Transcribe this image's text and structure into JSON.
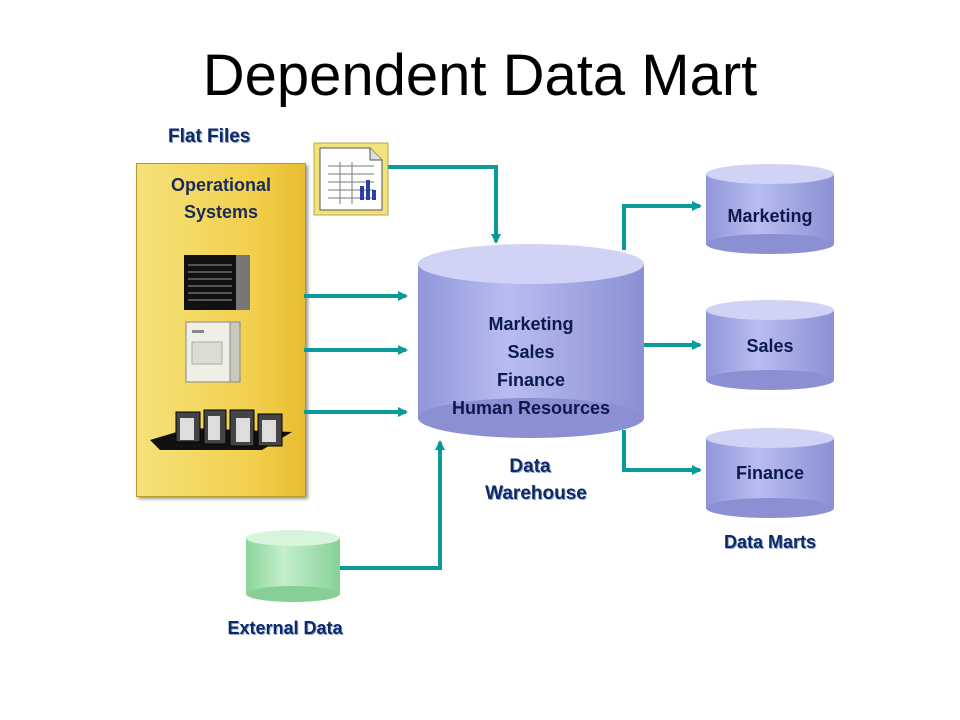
{
  "title": "Dependent Data Mart",
  "flat_files_label": "Flat Files",
  "operational_systems": {
    "line1": "Operational",
    "line2": "Systems"
  },
  "warehouse": {
    "items": [
      "Marketing",
      "Sales",
      "Finance",
      "Human Resources"
    ],
    "label_line1": "Data",
    "label_line2": "Warehouse"
  },
  "data_marts": {
    "items": [
      "Marketing",
      "Sales",
      "Finance"
    ],
    "label": "Data Marts"
  },
  "external_data_label": "External Data",
  "colors": {
    "arrow": "#0a9a9a",
    "warehouse_fill": "#aab0e6",
    "mart_fill": "#aab0e6",
    "external_fill": "#a8e0b0",
    "operational_fill": "#f2cf4c"
  },
  "icons": [
    "spreadsheet-file-icon",
    "mainframe-icon",
    "server-tower-icon",
    "server-cluster-icon"
  ]
}
